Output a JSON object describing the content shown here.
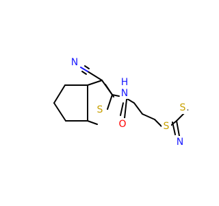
{
  "molecule": {
    "atoms": {
      "nitrile_n": "N",
      "amide_n": "N",
      "amide_h": "H",
      "thiophene_s": "S",
      "carbonyl_o": "O",
      "thioether_s": "S",
      "benzothiazole_s": "S",
      "benzothiazole_n": "N"
    }
  },
  "colors": {
    "carbon_bond": "#000000",
    "nitrogen": "#1a1aff",
    "sulfur": "#c8a000",
    "oxygen": "#ff0000"
  }
}
